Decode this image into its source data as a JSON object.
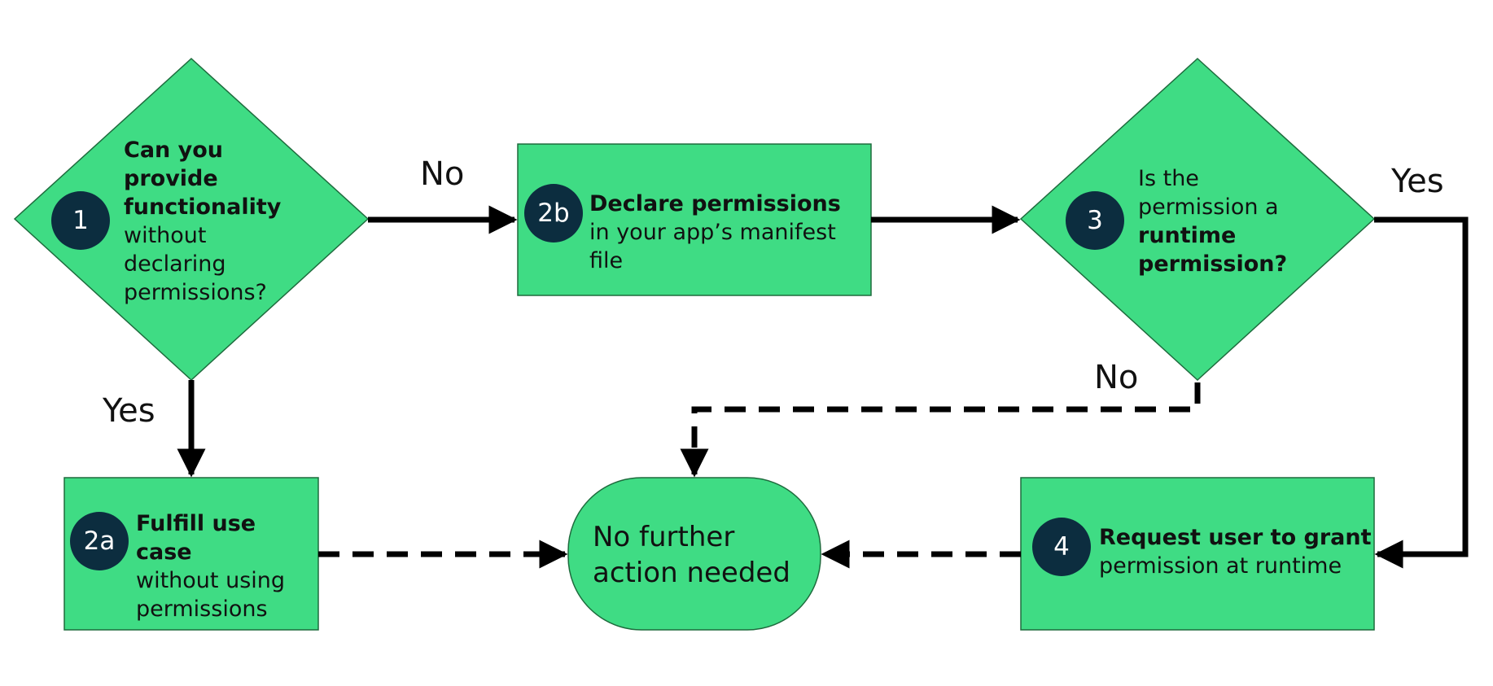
{
  "nodes": {
    "step1": {
      "badge": "1",
      "bold": "Can you provide functionality",
      "text": "without declaring permissions?"
    },
    "step2b": {
      "badge": "2b",
      "bold": "Declare permissions",
      "text": "in your app’s manifest file"
    },
    "step3": {
      "badge": "3",
      "text": "Is the permission a",
      "bold": "runtime permission?"
    },
    "step2a": {
      "badge": "2a",
      "bold": "Fulfill use case",
      "text": "without using permissions"
    },
    "terminal": {
      "text": "No further action needed"
    },
    "step4": {
      "badge": "4",
      "bold": "Request user to grant",
      "text": "permission at runtime"
    }
  },
  "edges": {
    "step1_no": "No",
    "step1_yes": "Yes",
    "step3_yes": "Yes",
    "step3_no": "No"
  },
  "colors": {
    "node_fill": "#3fdc84",
    "badge_fill": "#0c2d3f",
    "arrow": "#000000"
  }
}
